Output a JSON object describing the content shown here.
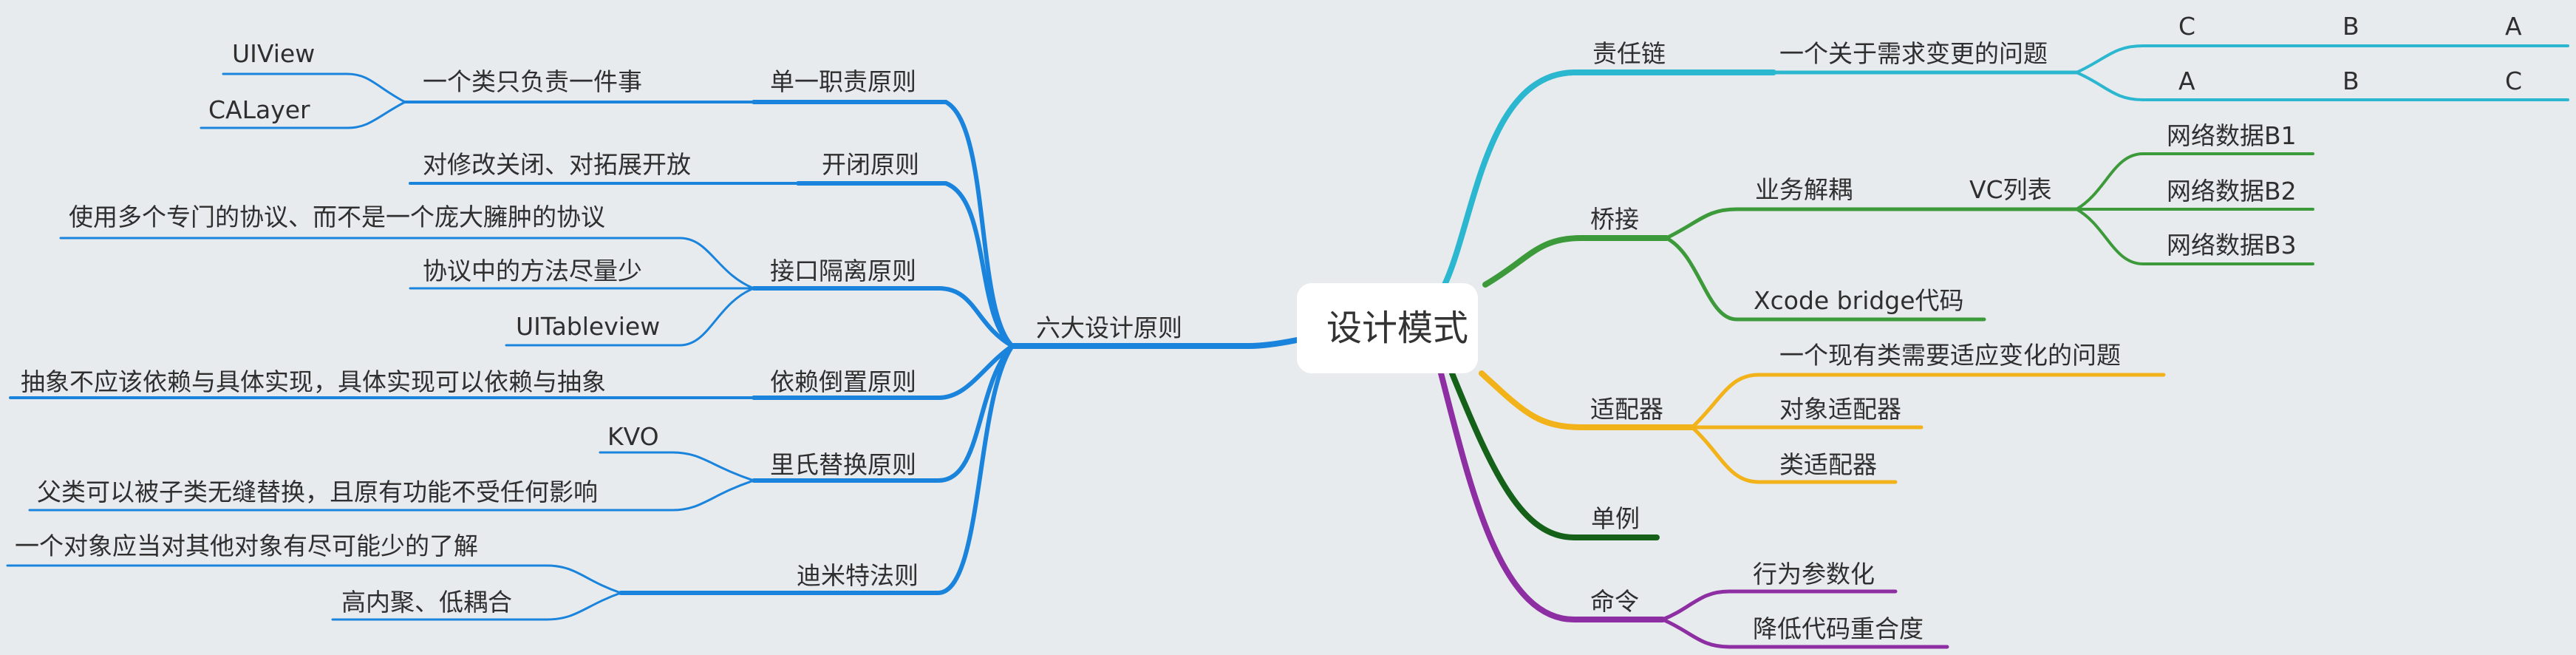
{
  "root": {
    "label": "设计模式"
  },
  "colors": {
    "principles": "#1a84dc",
    "chain": "#2bb7cf",
    "bridge": "#3d9a3b",
    "adapter": "#f2b21a",
    "singleton": "#15611a",
    "command": "#8d2fa2"
  },
  "left": {
    "label": "六大设计原则",
    "principles": [
      {
        "label": "单一职责原则",
        "desc": "一个类只负责一件事",
        "examples": [
          "UIView",
          "CALayer"
        ]
      },
      {
        "label": "开闭原则",
        "desc": "对修改关闭、对拓展开放"
      },
      {
        "label": "接口隔离原则",
        "items": [
          "使用多个专门的协议、而不是一个庞大臃肿的协议",
          "协议中的方法尽量少",
          "UITableview"
        ]
      },
      {
        "label": "依赖倒置原则",
        "desc": "抽象不应该依赖与具体实现，具体实现可以依赖与抽象"
      },
      {
        "label": "里氏替换原则",
        "items": [
          "KVO",
          "父类可以被子类无缝替换，且原有功能不受任何影响"
        ]
      },
      {
        "label": "迪米特法则",
        "items": [
          "一个对象应当对其他对象有尽可能少的了解",
          "高内聚、低耦合"
        ]
      }
    ]
  },
  "right": {
    "chain": {
      "label": "责任链",
      "problem": "一个关于需求变更的问题",
      "rows": [
        [
          "C",
          "B",
          "A"
        ],
        [
          "A",
          "B",
          "C"
        ]
      ]
    },
    "bridge": {
      "label": "桥接",
      "decouple": "业务解耦",
      "vc": "VC列表",
      "data": [
        "网络数据B1",
        "网络数据B2",
        "网络数据B3"
      ],
      "xcode": "Xcode bridge代码"
    },
    "adapter": {
      "label": "适配器",
      "items": [
        "一个现有类需要适应变化的问题",
        "对象适配器",
        "类适配器"
      ]
    },
    "singleton": {
      "label": "单例"
    },
    "command": {
      "label": "命令",
      "items": [
        "行为参数化",
        "降低代码重合度"
      ]
    }
  }
}
